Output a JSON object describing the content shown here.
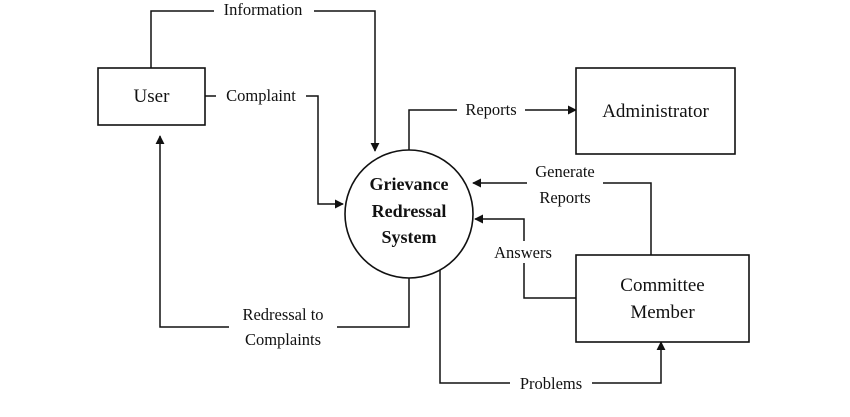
{
  "diagram": {
    "entities": {
      "user": "User",
      "administrator": "Administrator",
      "committee_line1": "Committee",
      "committee_line2": "Member"
    },
    "process": {
      "line1": "Grievance",
      "line2": "Redressal",
      "line3": "System"
    },
    "flows": {
      "information": "Information",
      "complaint": "Complaint",
      "reports": "Reports",
      "generate_line1": "Generate",
      "generate_line2": "Reports",
      "answers": "Answers",
      "redressal_line1": "Redressal to",
      "redressal_line2": "Complaints",
      "problems": "Problems"
    }
  }
}
